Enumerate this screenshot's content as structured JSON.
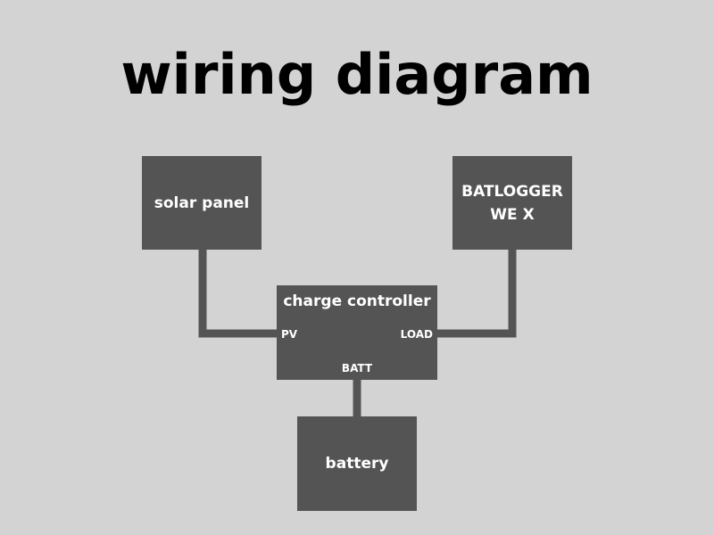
{
  "title": "wiring diagram",
  "colors": {
    "background": "#d3d3d3",
    "box_fill": "#545454",
    "wire": "#545454",
    "box_text": "#ffffff",
    "title_text": "#000000"
  },
  "nodes": {
    "solar_panel": {
      "label": "solar panel"
    },
    "batlogger": {
      "label": "BATLOGGER\nWE X"
    },
    "charge_controller": {
      "label": "charge controller",
      "ports": {
        "pv": "PV",
        "load": "LOAD",
        "batt": "BATT"
      }
    },
    "battery": {
      "label": "battery"
    }
  },
  "connections": [
    {
      "from": "solar_panel",
      "to": "charge_controller",
      "port": "PV"
    },
    {
      "from": "batlogger",
      "to": "charge_controller",
      "port": "LOAD"
    },
    {
      "from": "charge_controller",
      "to": "battery",
      "port": "BATT"
    }
  ]
}
